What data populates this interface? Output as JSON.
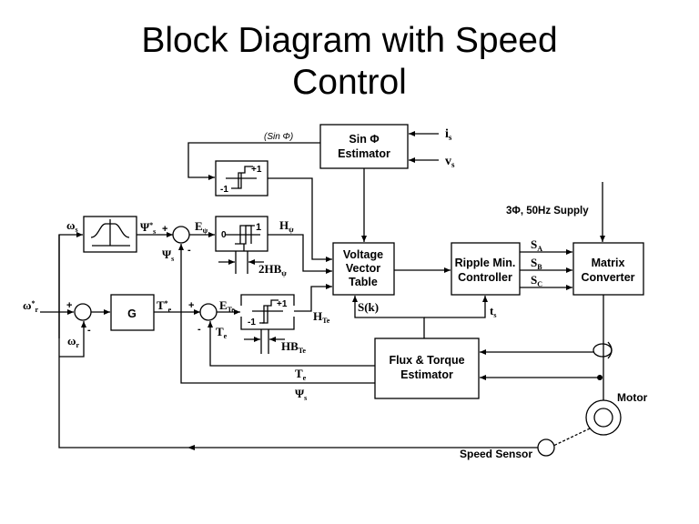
{
  "title": {
    "line1": "Block Diagram with Speed",
    "line2": "Control"
  },
  "blocks": {
    "sin_phi_estimator": {
      "line1": "Sin Φ",
      "line2": "Estimator"
    },
    "voltage_vector_table": {
      "line1": "Voltage",
      "line2": "Vector",
      "line3": "Table"
    },
    "ripple_min_controller": {
      "line1": "Ripple Min.",
      "line2": "Controller"
    },
    "matrix_converter": {
      "line1": "Matrix",
      "line2": "Converter"
    },
    "flux_torque_estimator": {
      "line1": "Flux & Torque",
      "line2": "Estimator"
    },
    "gain": {
      "label": "G"
    },
    "sign_comparator": {
      "pos": "+1",
      "neg": "-1"
    },
    "flux_hysteresis": {
      "low": "0",
      "high": "1"
    },
    "torque_hysteresis": {
      "pos": "+1",
      "neg": "-1"
    }
  },
  "signals": {
    "sin_phi_feedback": "(Sin Φ)",
    "is": {
      "main": "i",
      "sub": "s"
    },
    "vs": {
      "main": "v",
      "sub": "s"
    },
    "omega_s": {
      "main": "ω",
      "sub": "s"
    },
    "psi_s_ref": {
      "main": "Ψ",
      "sup": "*",
      "sub": "s"
    },
    "psi_s_fb": {
      "main": "Ψ",
      "sub": "s"
    },
    "e_psi": {
      "main": "E",
      "sub": "ψ"
    },
    "h_psi": {
      "main": "H",
      "sub": "ψ"
    },
    "hb_psi": {
      "main": "2HB",
      "sub": "ψ"
    },
    "omega_r_ref": {
      "main": "ω",
      "sup": "*",
      "sub": "r"
    },
    "omega_r_fb": {
      "main": "ω",
      "sub": "r"
    },
    "te_ref": {
      "main": "T",
      "sup": "*",
      "sub": "e"
    },
    "e_te": {
      "main": "E",
      "sub": "Te"
    },
    "te_fb": {
      "main": "T",
      "sub": "e"
    },
    "h_te": {
      "main": "H",
      "sub": "Te"
    },
    "hb_te": {
      "main": "HB",
      "sub": "Te"
    },
    "sk": "S(k)",
    "ts": {
      "main": "t",
      "sub": "s"
    },
    "sa": {
      "main": "S",
      "sub": "A"
    },
    "sb": {
      "main": "S",
      "sub": "B"
    },
    "sc": {
      "main": "S",
      "sub": "C"
    },
    "te_bottom": {
      "main": "T",
      "sub": "e"
    },
    "psi_bottom": {
      "main": "Ψ",
      "sub": "s"
    },
    "plus": "+",
    "minus": "-"
  },
  "labels": {
    "supply": "3Φ, 50Hz Supply",
    "motor": "Motor",
    "speed_sensor": "Speed Sensor"
  }
}
